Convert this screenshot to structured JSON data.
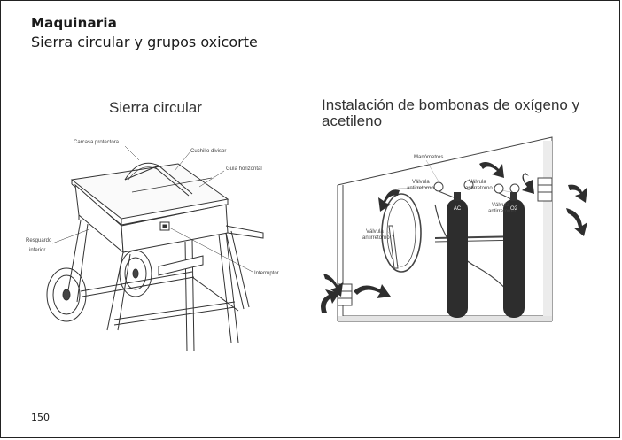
{
  "header": {
    "title": "Maquinaria",
    "subtitle": "Sierra circular y grupos oxicorte"
  },
  "figures": {
    "saw": {
      "title": "Sierra circular",
      "labels": {
        "carcasa": "Carcasa protectora",
        "cuchillo": "Cuchillo divisor",
        "guia": "Guía horizontal",
        "resguardo_1": "Resguardo",
        "resguardo_2": "inferior",
        "interruptor": "Interruptor"
      }
    },
    "gas": {
      "title": "Instalación de bombonas de oxígeno y acetileno",
      "labels": {
        "manometros": "Manómetros",
        "valvula_a1": "Válvula",
        "valvula_a2": "antirretorno",
        "valvula_b1": "Válvula",
        "valvula_b2": "antirretorno",
        "valvula_c1": "Válvula",
        "valvula_c2": "antirretorno",
        "valvula_d1": "Válvula",
        "valvula_d2": "antirretorno",
        "ac": "AC",
        "o2": "O2"
      }
    }
  },
  "footer": {
    "page_number": "150"
  }
}
